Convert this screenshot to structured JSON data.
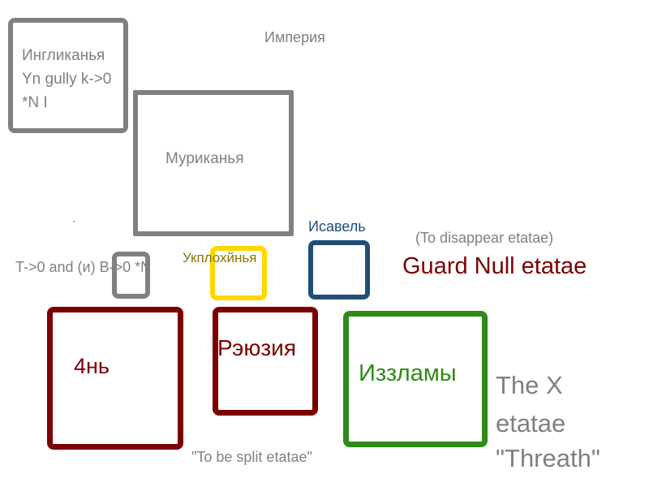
{
  "empire_title": "Империя",
  "anglican": {
    "lines": [
      "Ингликанья",
      "Yn gully k->0",
      "*N I"
    ]
  },
  "murican": {
    "label": "Муриканья"
  },
  "dot_mark": ".",
  "formula": "T->0 and (и) B->0  *N",
  "ukplokh": {
    "label": "Укплохйнья"
  },
  "isabel": {
    "label": "Исавель"
  },
  "disappear_note": "(To disappear etatae)",
  "guard_null": "Guard Null etatae",
  "split_group": {
    "items": [
      "4нь",
      "Рэюзия"
    ],
    "note": "\"To be split etatae\""
  },
  "izzlamy": {
    "label": "Иззламы"
  },
  "threat": {
    "lines": [
      "The X",
      "etatae",
      "\"Threath\""
    ]
  },
  "colors": {
    "grey": "#808080",
    "yellow": "#ffd700",
    "dark_yellow_text": "#8b7500",
    "blue": "#1f4e79",
    "dark_red": "#7b0000",
    "green": "#2e8b18"
  }
}
